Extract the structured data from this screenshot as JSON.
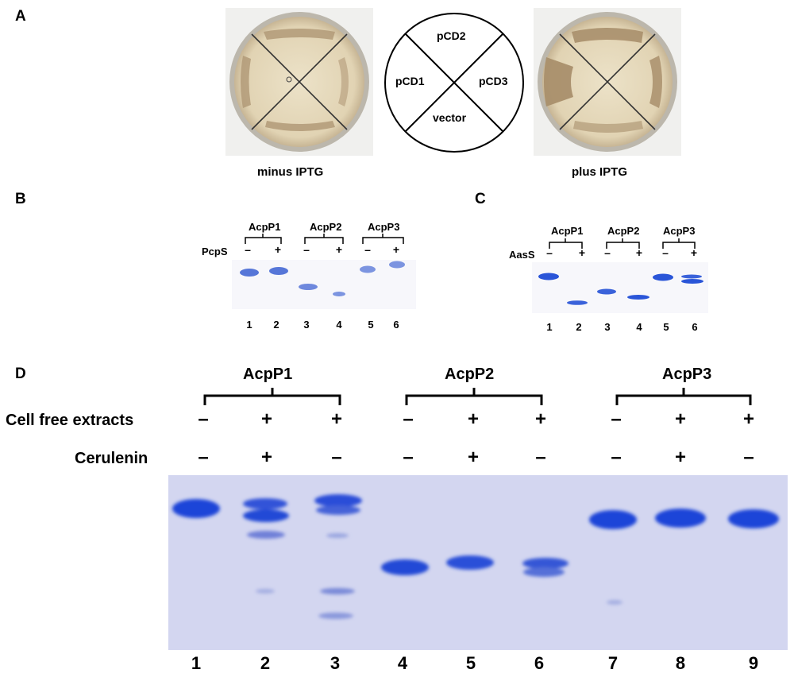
{
  "panels": {
    "a": "A",
    "b": "B",
    "c": "C",
    "d": "D"
  },
  "panel_a": {
    "diagram_labels": {
      "top": "pCD2",
      "left": "pCD1",
      "right": "pCD3",
      "bottom": "vector"
    },
    "left_caption": "minus IPTG",
    "right_caption": "plus IPTG"
  },
  "panel_b": {
    "groups": [
      "AcpP1",
      "AcpP2",
      "AcpP3"
    ],
    "row_label": "PcpS",
    "signs": [
      "–",
      "+",
      "–",
      "+",
      "–",
      "+"
    ],
    "lanes": [
      "1",
      "2",
      "3",
      "4",
      "5",
      "6"
    ]
  },
  "panel_c": {
    "groups": [
      "AcpP1",
      "AcpP2",
      "AcpP3"
    ],
    "row_label": "AasS",
    "signs": [
      "–",
      "+",
      "–",
      "+",
      "–",
      "+"
    ],
    "lanes": [
      "1",
      "2",
      "3",
      "4",
      "5",
      "6"
    ]
  },
  "panel_d": {
    "groups": [
      "AcpP1",
      "AcpP2",
      "AcpP3"
    ],
    "row1_label": "Cell free extracts",
    "row1_signs": [
      "–",
      "+",
      "+",
      "–",
      "+",
      "+",
      "–",
      "+",
      "+"
    ],
    "row2_label": "Cerulenin",
    "row2_signs": [
      "–",
      "+",
      "–",
      "–",
      "+",
      "–",
      "–",
      "+",
      "–"
    ],
    "lanes": [
      "1",
      "2",
      "3",
      "4",
      "5",
      "6",
      "7",
      "8",
      "9"
    ]
  },
  "colors": {
    "plate_agar": "#e3d6b8",
    "streak": "#b29a78",
    "gel_bg": "#d3d6f0",
    "band": "#2243d6"
  }
}
